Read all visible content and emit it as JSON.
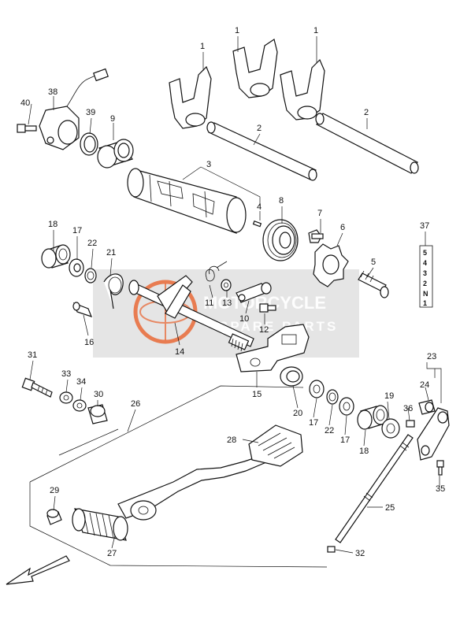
{
  "labels": {
    "p1a": "1",
    "p1b": "1",
    "p1c": "1",
    "p2a": "2",
    "p2b": "2",
    "p3": "3",
    "p4": "4",
    "p5": "5",
    "p6": "6",
    "p7": "7",
    "p8": "8",
    "p9": "9",
    "p10": "10",
    "p11": "11",
    "p12": "12",
    "p13": "13",
    "p14": "14",
    "p15": "15",
    "p16": "16",
    "p17a": "17",
    "p17b": "17",
    "p17c": "17",
    "p18a": "18",
    "p18b": "18",
    "p19": "19",
    "p20": "20",
    "p21": "21",
    "p22a": "22",
    "p22b": "22",
    "p23": "23",
    "p24": "24",
    "p25": "25",
    "p26": "26",
    "p27": "27",
    "p28": "28",
    "p29": "29",
    "p30": "30",
    "p31": "31",
    "p32": "32",
    "p33": "33",
    "p34": "34",
    "p35": "35",
    "p36": "36",
    "p37": "37",
    "p38": "38",
    "p39": "39",
    "p40": "40"
  },
  "gear_indicator": [
    "5",
    "4",
    "3",
    "2",
    "N",
    "1"
  ],
  "watermark": {
    "line1": "MOTORCYCLE",
    "line2": "SPARE PARTS",
    "color": "#e8612c",
    "band_color": "#c8c8c8"
  },
  "icons": {
    "direction_arrow": "front-direction-arrow-icon"
  }
}
